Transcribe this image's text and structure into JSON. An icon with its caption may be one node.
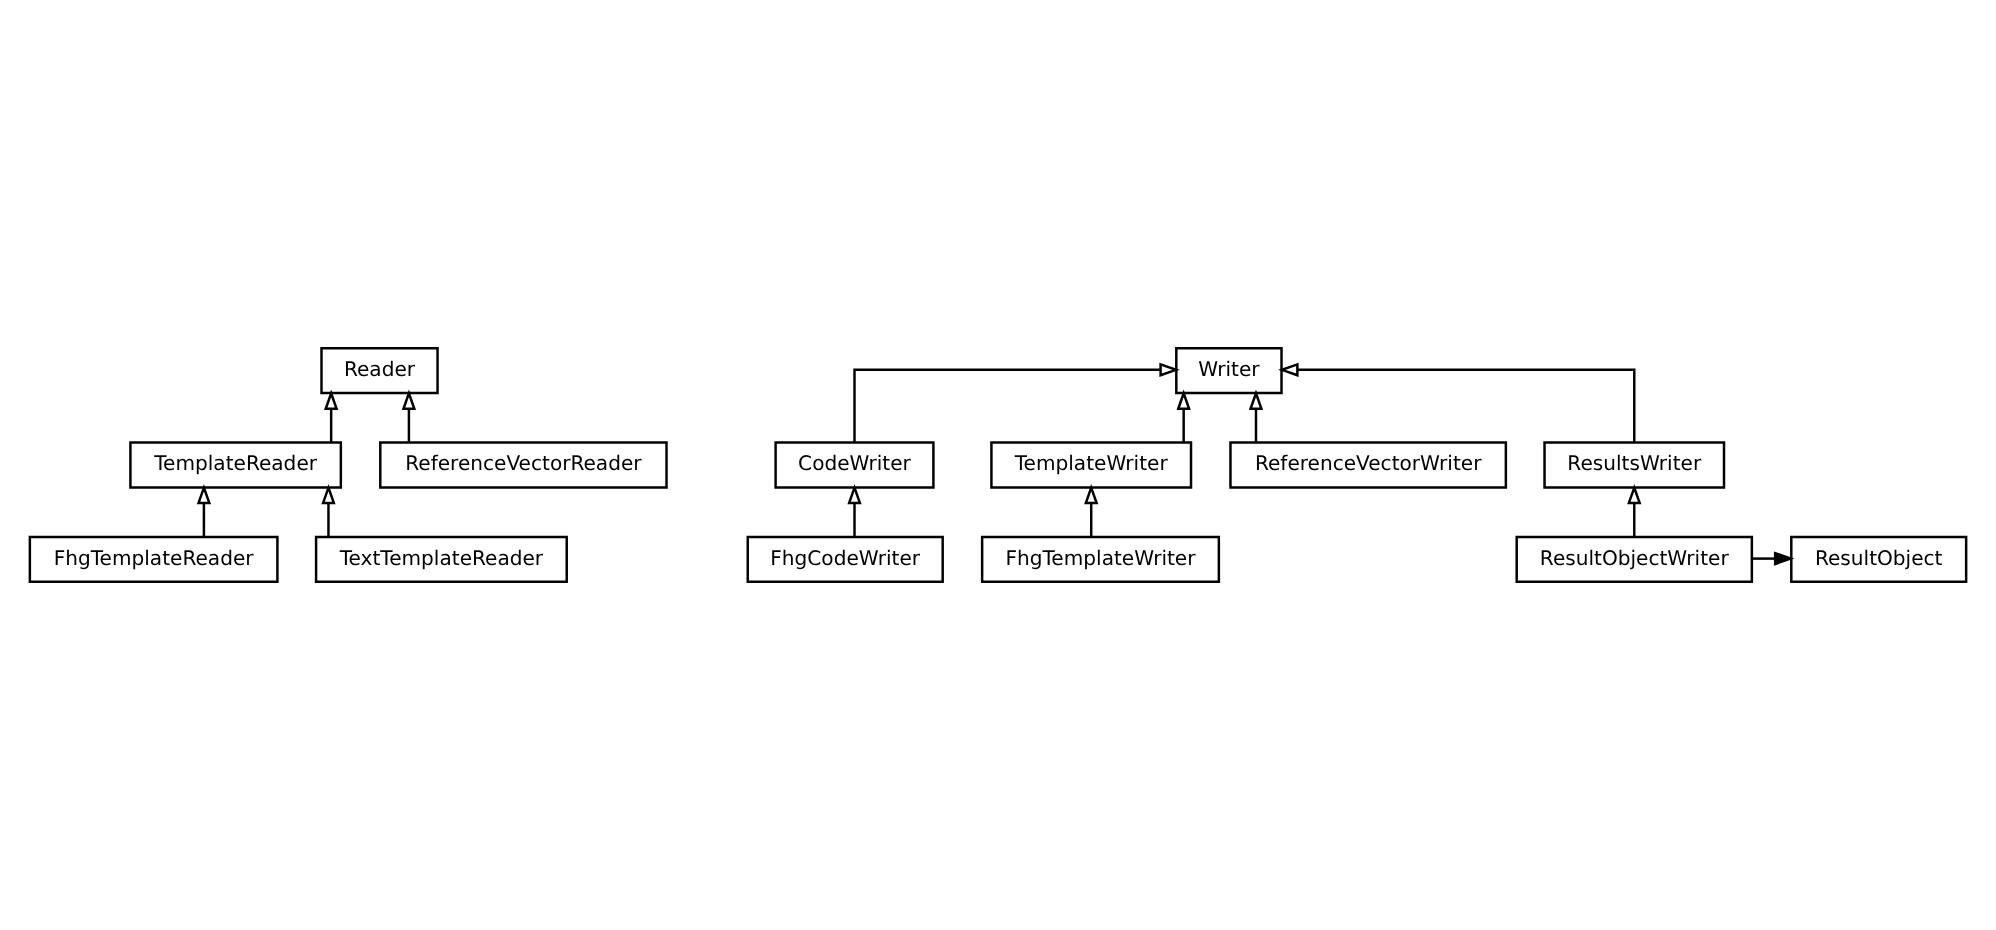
{
  "diagram": {
    "nodes": [
      {
        "text": [
          "Reader"
        ]
      },
      {
        "text": [
          "TemplateReader"
        ]
      },
      {
        "text": [
          "ReferenceVectorReader"
        ]
      },
      {
        "text": [
          "FhgTemplateReader"
        ]
      },
      {
        "text": [
          "TextTemplateReader"
        ]
      },
      {
        "text": [
          "Writer"
        ]
      },
      {
        "text": [
          "CodeWriter"
        ]
      },
      {
        "text": [
          "TemplateWriter"
        ]
      },
      {
        "text": [
          "FhgCodeWriter"
        ]
      },
      {
        "text": [
          "FhgTemplateWriter"
        ]
      },
      {
        "text": [
          "ReferenceVectorWriter"
        ]
      },
      {
        "text": [
          "ResultsWriter"
        ]
      },
      {
        "text": [
          "ResultObject"
        ]
      },
      {
        "text": [
          "ResultObjectWriter"
        ]
      }
    ],
    "edges": [
      {
        "from": 1,
        "to": 0,
        "arrow": "to"
      },
      {
        "from": 2,
        "to": 0,
        "arrow": "to"
      },
      {
        "from": 3,
        "to": 1,
        "arrow": "to"
      },
      {
        "from": 4,
        "to": 1,
        "arrow": "to"
      },
      {
        "from": 10,
        "to": 5,
        "arrow": "to"
      },
      {
        "from": 6,
        "to": 5,
        "arrow": "to"
      },
      {
        "from": 7,
        "to": 5,
        "arrow": "to"
      },
      {
        "from": 11,
        "to": 5,
        "arrow": "to"
      },
      {
        "from": 8,
        "to": 6,
        "arrow": "to"
      },
      {
        "from": 9,
        "to": 7,
        "arrow": "to"
      },
      {
        "from": 13,
        "to": 11,
        "arrow": "to"
      },
      {
        "from": 13,
        "to": 12,
        "arrow": "to"
      }
    ]
  }
}
